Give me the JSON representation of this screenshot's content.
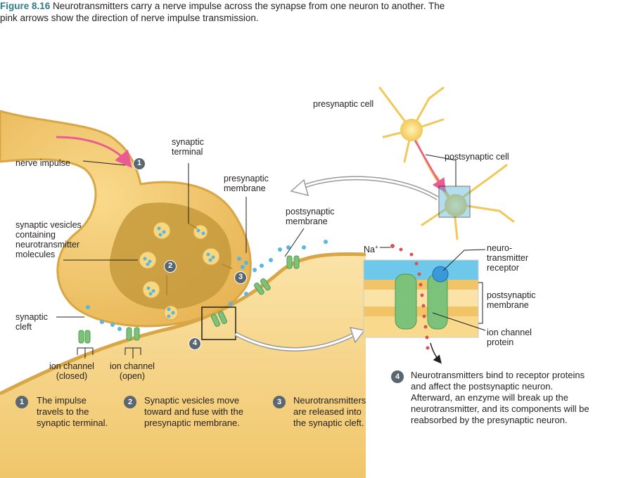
{
  "caption": {
    "figure_label": "Figure 8.16",
    "text": " Neurotransmitters carry a nerve impulse across the synapse from one neuron to another. The pink arrows show the direction of nerve impulse transmission."
  },
  "labels": {
    "presynaptic_cell": "presynaptic cell",
    "postsynaptic_cell": "postsynaptic cell",
    "nerve_impulse": "nerve impulse",
    "synaptic_terminal": "synaptic\nterminal",
    "presynaptic_membrane": "presynaptic\nmembrane",
    "postsynaptic_membrane": "postsynaptic\nmembrane",
    "synaptic_vesicles": "synaptic vesicles\ncontaining\nneurotransmitter\nmolecules",
    "synaptic_cleft": "synaptic\ncleft",
    "ion_channel_closed": "ion channel\n(closed)",
    "ion_channel_open": "ion channel\n(open)",
    "na": "Na",
    "na_sup": "+",
    "neurotransmitter_receptor": "neuro-\ntransmitter\nreceptor",
    "postsynaptic_membrane_detail": "postsynaptic\nmembrane",
    "ion_channel_protein": "ion channel\nprotein"
  },
  "steps": [
    {
      "number": "1",
      "text": "The impulse\ntravels to the\nsynaptic terminal."
    },
    {
      "number": "2",
      "text": "Synaptic vesicles move\ntoward and fuse with the\npresynaptic membrane."
    },
    {
      "number": "3",
      "text": "Neurotransmitters\nare released into\nthe synaptic cleft."
    },
    {
      "number": "4",
      "text": "Neurotransmitters bind to receptor proteins\nand affect the postsynaptic neuron.\nAfterward, an enzyme will break up the\nneurotransmitter, and its components will be\nreabsorbed by the presynaptic neuron."
    }
  ],
  "colors": {
    "neuron": "#f2c468",
    "neuron_dark": "#d9a645",
    "cytoplasm": "#c69a3c",
    "vesicle": "#f7d780",
    "neurotransmitter": "#57b7e0",
    "channel": "#7cc27a",
    "arrow_pink": "#ea5b93",
    "step_circle": "#5b6770"
  }
}
